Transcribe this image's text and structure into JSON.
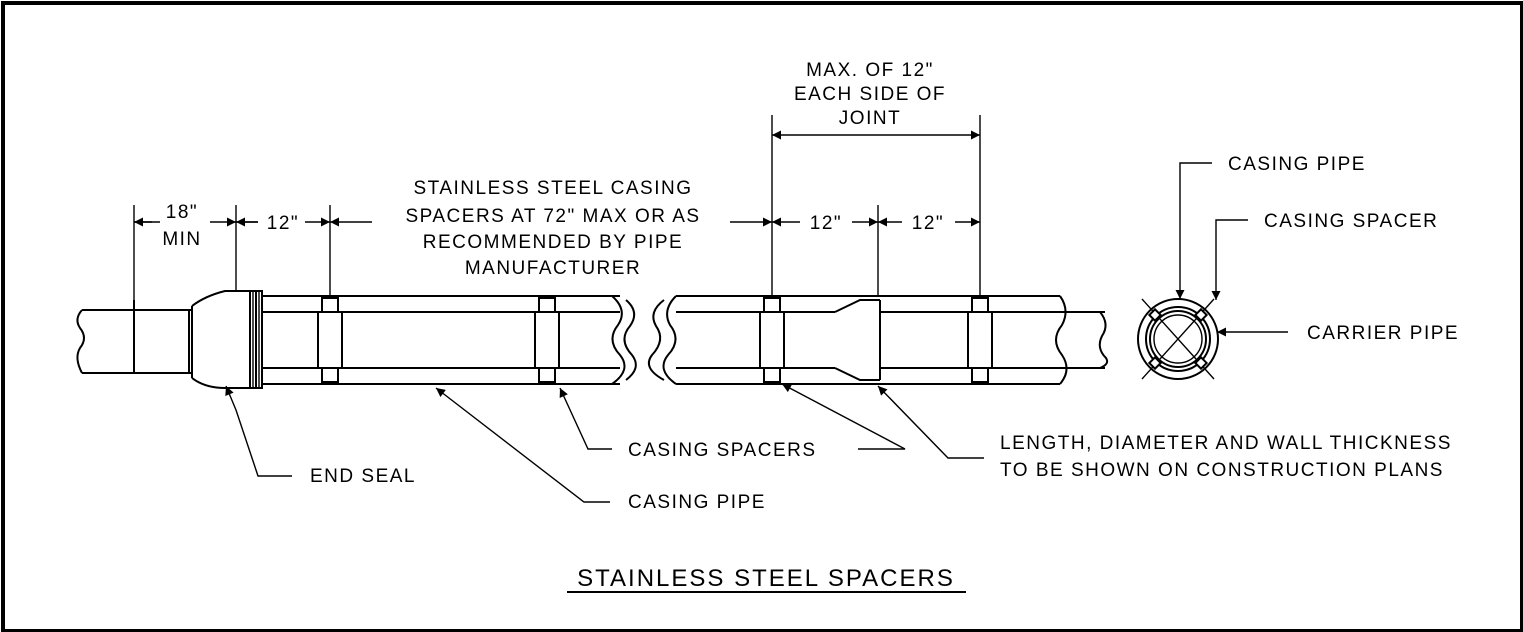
{
  "dimensions": {
    "end_seal_offset_line1": "18\"",
    "end_seal_offset_line2": "MIN",
    "first_spacer_offset": "12\"",
    "joint_left_offset": "12\"",
    "joint_right_offset": "12\""
  },
  "notes": {
    "spacer_spacing": [
      "STAINLESS STEEL CASING",
      "SPACERS AT 72\" MAX OR AS",
      "RECOMMENDED BY PIPE",
      "MANUFACTURER"
    ],
    "joint_max": [
      "MAX. OF 12\"",
      "EACH SIDE OF",
      "JOINT"
    ]
  },
  "labels": {
    "end_seal": "END SEAL",
    "casing_spacers": "CASING SPACERS",
    "casing_pipe_bottom": "CASING PIPE",
    "length_note": [
      "LENGTH, DIAMETER AND WALL THICKNESS",
      "TO BE SHOWN ON CONSTRUCTION PLANS"
    ],
    "section_casing_pipe": "CASING PIPE",
    "section_casing_spacer": "CASING SPACER",
    "section_carrier_pipe": "CARRIER PIPE"
  },
  "title": "STAINLESS STEEL SPACERS"
}
